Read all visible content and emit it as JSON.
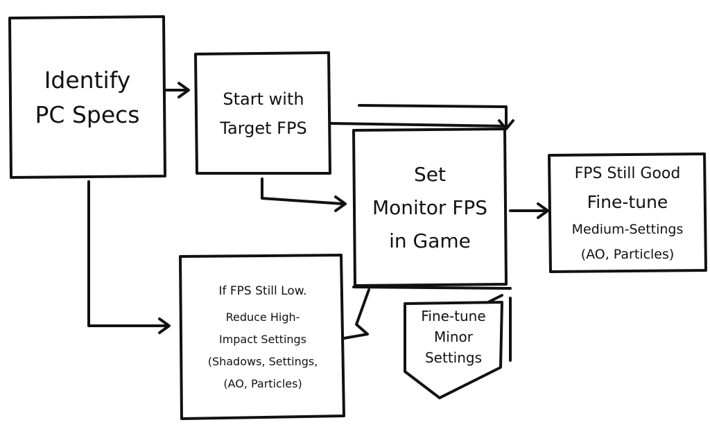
{
  "nodes": {
    "identify_specs": {
      "lines": [
        "Identify",
        "PC Specs"
      ]
    },
    "target_fps": {
      "lines": [
        "Start with",
        "Target FPS"
      ]
    },
    "set_monitor_fps": {
      "lines": [
        "Set",
        "Monitor FPS",
        "in Game"
      ]
    },
    "fps_still_good": {
      "lines": [
        "FPS Still Good",
        "Fine-tune",
        "Medium-Settings",
        "(AO, Particles)"
      ]
    },
    "fps_still_low": {
      "lines": [
        "If FPS Still Low.",
        "Reduce High-",
        "Impact Settings",
        "(Shadows,  Settings,",
        "(AO, Particles)"
      ]
    },
    "fine_tune_minor": {
      "lines": [
        "Fine-tune",
        "Minor",
        "Settings"
      ]
    }
  },
  "edges": [
    {
      "from": "identify_specs",
      "to": "target_fps"
    },
    {
      "from": "target_fps",
      "to": "set_monitor_fps"
    },
    {
      "from": "target_fps",
      "to": "set_monitor_fps"
    },
    {
      "from": "identify_specs",
      "to": "fps_still_low"
    },
    {
      "from": "set_monitor_fps",
      "to": "fps_still_good"
    },
    {
      "from": "fps_still_low",
      "to": "fine_tune_minor"
    }
  ],
  "colors": {
    "ink": "#111111",
    "background": "#ffffff"
  }
}
